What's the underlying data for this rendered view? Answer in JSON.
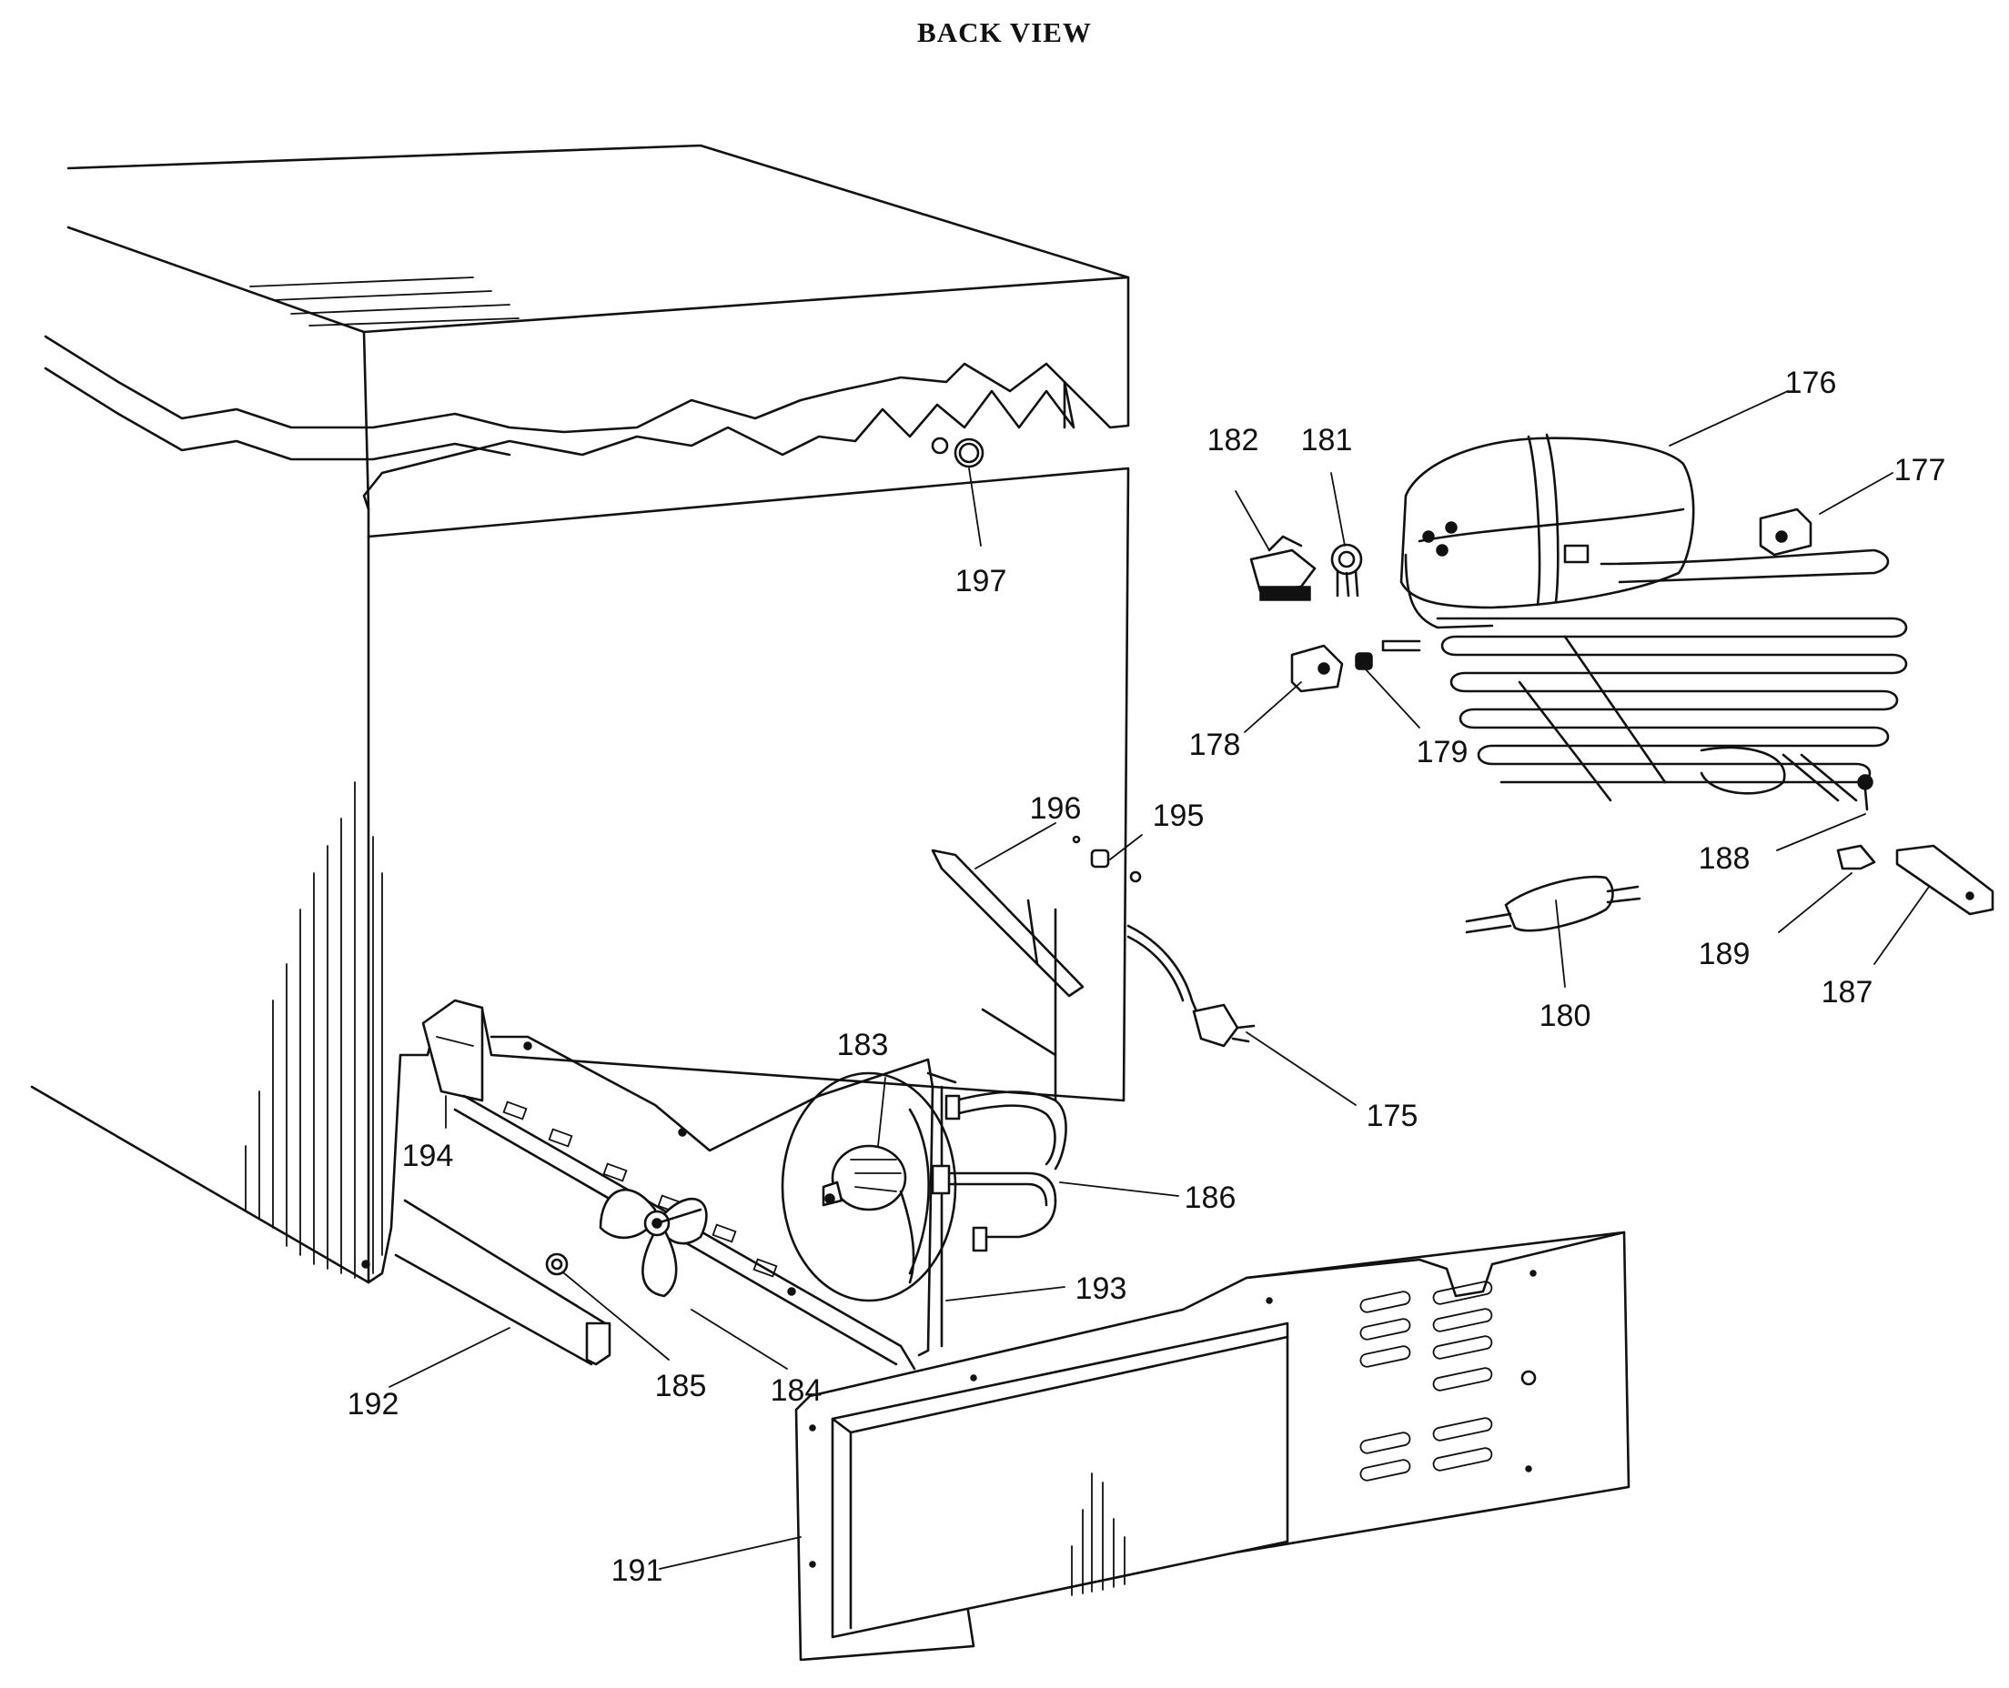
{
  "title": "BACK VIEW",
  "callouts": [
    {
      "id": "176",
      "text": "176"
    },
    {
      "id": "177",
      "text": "177"
    },
    {
      "id": "182",
      "text": "182"
    },
    {
      "id": "181",
      "text": "181"
    },
    {
      "id": "178",
      "text": "178"
    },
    {
      "id": "179",
      "text": "179"
    },
    {
      "id": "197",
      "text": "197"
    },
    {
      "id": "196",
      "text": "196"
    },
    {
      "id": "195",
      "text": "195"
    },
    {
      "id": "188",
      "text": "188"
    },
    {
      "id": "189",
      "text": "189"
    },
    {
      "id": "187",
      "text": "187"
    },
    {
      "id": "180",
      "text": "180"
    },
    {
      "id": "175",
      "text": "175"
    },
    {
      "id": "183",
      "text": "183"
    },
    {
      "id": "186",
      "text": "186"
    },
    {
      "id": "194",
      "text": "194"
    },
    {
      "id": "193",
      "text": "193"
    },
    {
      "id": "192",
      "text": "192"
    },
    {
      "id": "185",
      "text": "185"
    },
    {
      "id": "184",
      "text": "184"
    },
    {
      "id": "191",
      "text": "191"
    }
  ]
}
